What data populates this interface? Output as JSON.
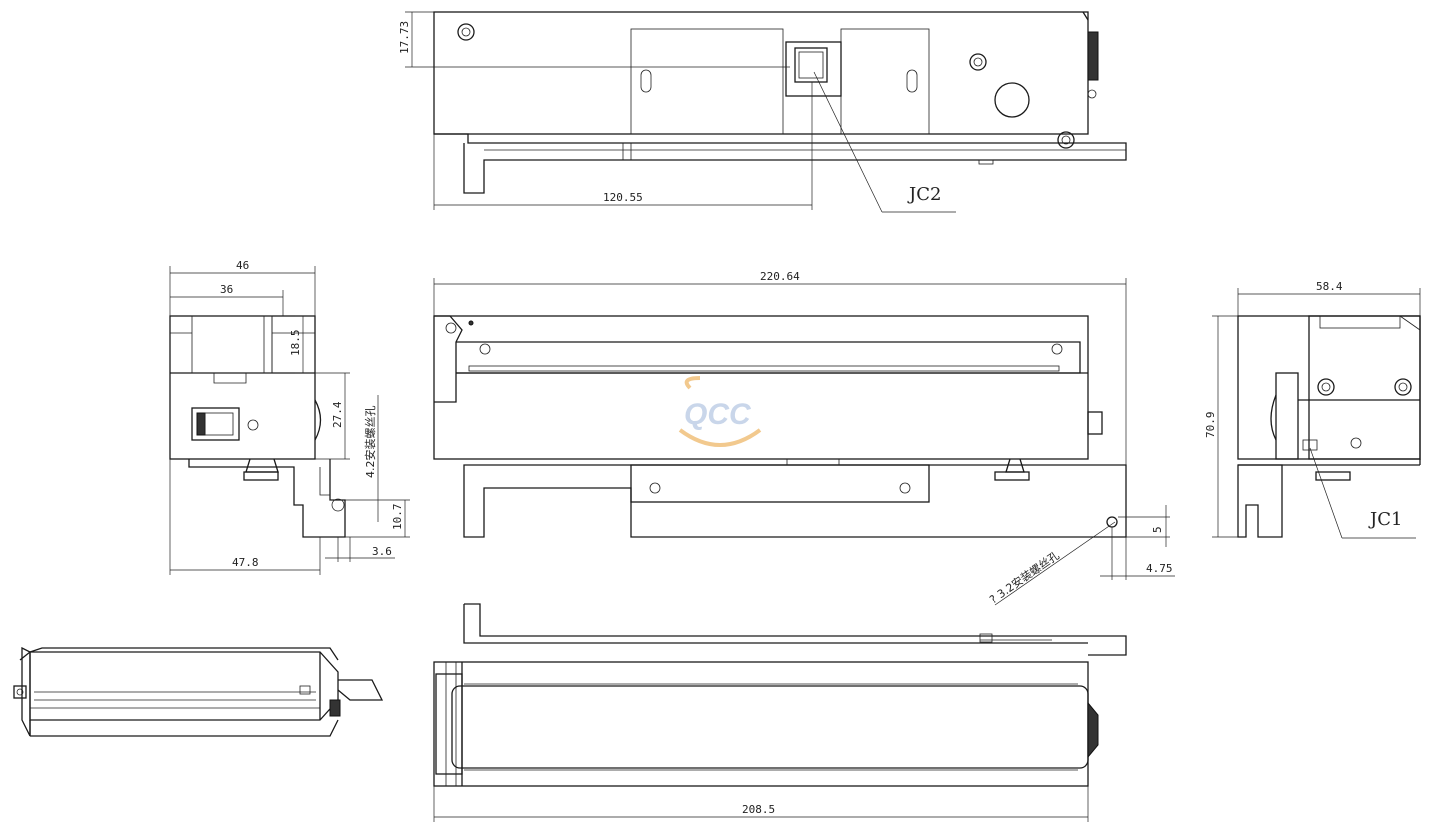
{
  "dimensions": {
    "top_height": "17.73",
    "top_width": "120.55",
    "main_width": "220.64",
    "side_width_46": "46",
    "side_width_36": "36",
    "side_height_185": "18.5",
    "side_height_274": "27.4",
    "side_bottom_478": "47.8",
    "side_slot_107": "10.7",
    "side_slot_36": "3.6",
    "right_width": "58.4",
    "right_height": "70.9",
    "hole_5": "5",
    "hole_475": "4.75",
    "bottom_width": "208.5"
  },
  "labels": {
    "jc1": "JC1",
    "jc2": "JC2",
    "screw_42": "4.2安装螺丝孔",
    "screw_32": "? 3.2安装螺丝孔"
  },
  "watermark": {
    "text": "QCC"
  },
  "colors": {
    "line": "#1a1a1a",
    "watermark_blue": "#c9d6ea",
    "watermark_orange": "#f2c98e"
  }
}
